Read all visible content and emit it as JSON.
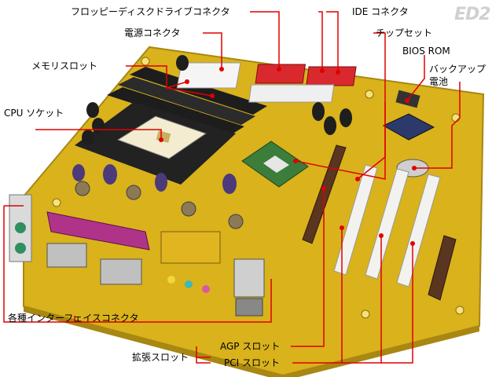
{
  "logo": "ED2",
  "labels": {
    "floppy_connector": "フロッピーディスクドライブコネクタ",
    "ide_connector": "IDE コネクタ",
    "power_connector": "電源コネクタ",
    "chipset": "チップセット",
    "memory_slot": "メモリスロット",
    "bios_rom": "BIOS ROM",
    "backup_battery_line1": "バックアップ",
    "backup_battery_line2": "電池",
    "cpu_socket": "CPU ソケット",
    "interface_connectors": "各種インターフェイスコネクタ",
    "expansion_slots": "拡張スロット",
    "agp_slot": "AGP スロット",
    "pci_slot": "PCI スロット"
  },
  "colors": {
    "pointer": "#e00000",
    "board": "#d9b21c",
    "board_edge": "#a88712",
    "slot_white": "#f2f2ee",
    "socket": "#2a2a2a",
    "parallel_port": "#b0338a",
    "serial_port": "#2f8f8f"
  }
}
